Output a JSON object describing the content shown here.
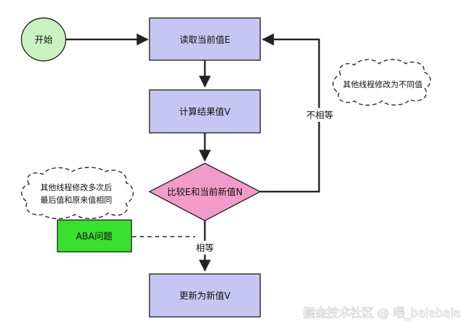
{
  "nodes": {
    "start": "开始",
    "read": "读取当前值E",
    "compute": "计算结果值V",
    "compare": "比较E和当前新值N",
    "update": "更新为新值V",
    "aba": "ABA问题"
  },
  "edge_labels": {
    "not_equal": "不相等",
    "equal": "相等"
  },
  "notes": {
    "other_thread": "其他线程修改为不同值",
    "aba_line1": "其他线程修改多次后",
    "aba_line2": "最后值和原来值相同"
  },
  "watermark": "掘金技术社区 @ 喂_balabala",
  "colors": {
    "start_fill": "#c9f2c0",
    "process_fill": "#c7c6f2",
    "decision_fill": "#f29bc8",
    "aba_fill": "#39e02e",
    "stroke": "#222222"
  }
}
